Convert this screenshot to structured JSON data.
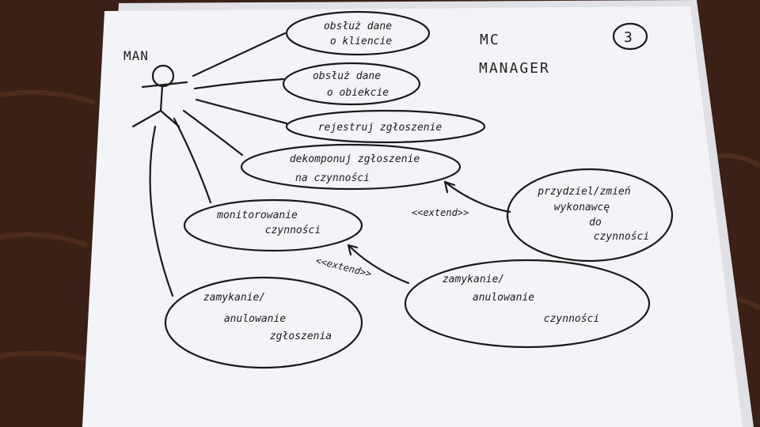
{
  "actor": {
    "label": "MAN"
  },
  "header": {
    "line1": "MC",
    "line2": "MANAGER"
  },
  "page_number": "3",
  "use_cases": [
    {
      "lines": [
        "obsłuż dane",
        "o kliencie"
      ]
    },
    {
      "lines": [
        "obsłuż dane",
        "o obiekcie"
      ]
    },
    {
      "lines": [
        "rejestruj zgłoszenie"
      ]
    },
    {
      "lines": [
        "dekomponuj zgłoszenie",
        "na czynności"
      ]
    },
    {
      "lines": [
        "monitorowanie",
        "czynności"
      ]
    },
    {
      "lines": [
        "zamykanie/",
        "anulowanie",
        "zgłoszenia"
      ]
    },
    {
      "lines": [
        "przydziel/zmień",
        "wykonawcę",
        "do",
        "czynności"
      ]
    },
    {
      "lines": [
        "zamykanie/",
        "anulowanie",
        "czynności"
      ]
    }
  ],
  "relations": [
    {
      "label": "<<extend>>"
    },
    {
      "label": "<<extend>>"
    }
  ],
  "colors": {
    "ink": "#1a1a1a",
    "paper": "#f4f5f7",
    "table": "#3a1f14"
  }
}
